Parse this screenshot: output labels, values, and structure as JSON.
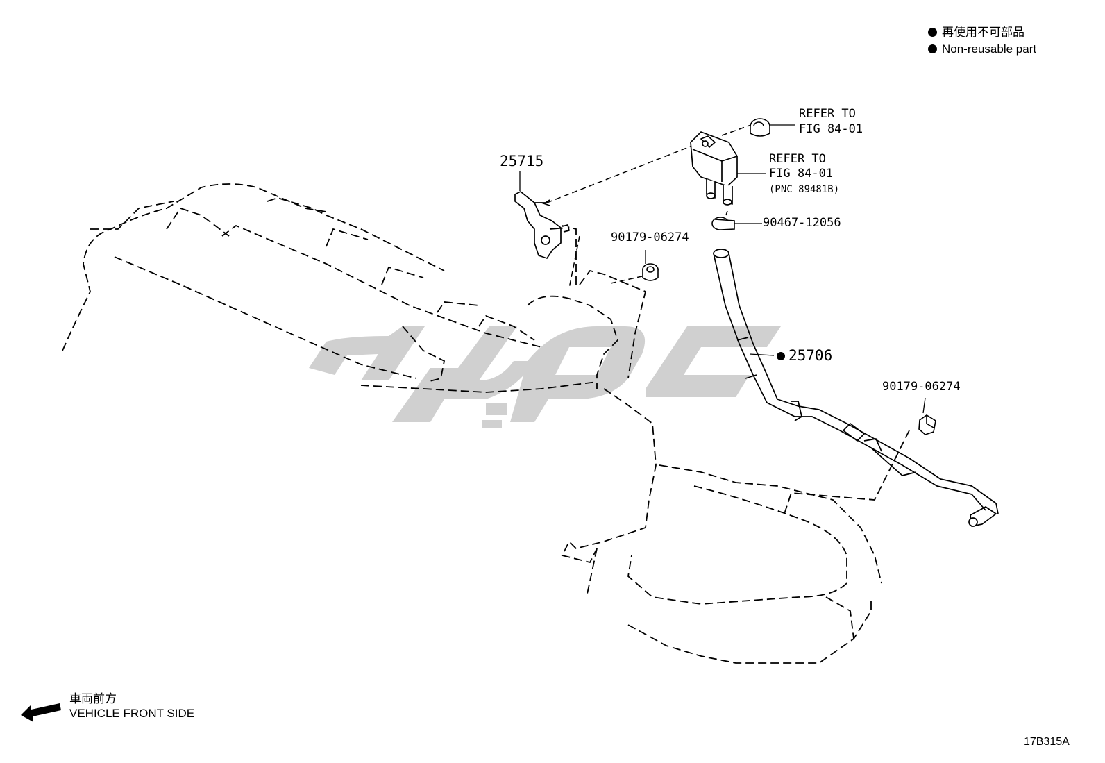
{
  "legend": {
    "line_jp": "再使用不可部品",
    "line_en": "Non-reusable part"
  },
  "parts": {
    "bracket": "25715",
    "nut_upper": "90179-06274",
    "clip": "90467-12056",
    "hose": "25706",
    "nut_lower": "90179-06274",
    "refer_nut_line1": "REFER TO",
    "refer_nut_line2": "FIG 84-01",
    "refer_sensor_line1": "REFER TO",
    "refer_sensor_line2": "FIG 84-01",
    "refer_sensor_line3": "(PNC 89481B)"
  },
  "front_note": {
    "line_jp": "車両前方",
    "line_en": "VEHICLE FRONT SIDE"
  },
  "figure_code": "17B315A",
  "colors": {
    "line": "#000000",
    "watermark": "#c8c8c8"
  },
  "icons": {
    "non_reusable_marker": "filled-circle-icon",
    "front_direction": "arrow-left-icon"
  }
}
